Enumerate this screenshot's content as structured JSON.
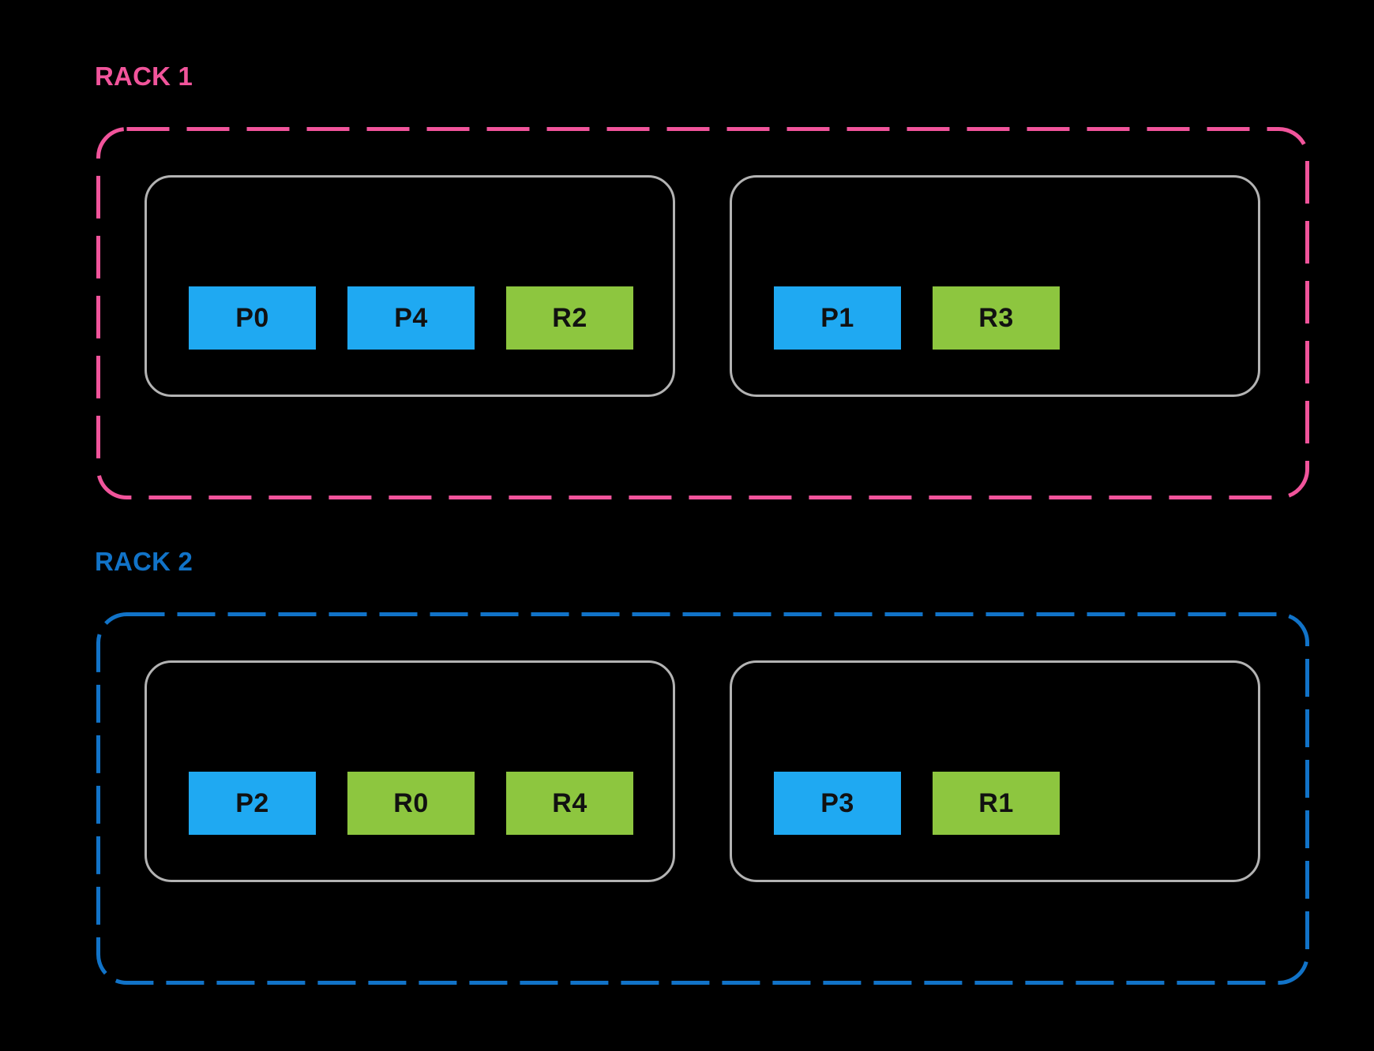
{
  "colors": {
    "background": "#000000",
    "rack1_accent": "#F1549B",
    "rack2_accent": "#1173C8",
    "process_block_fill": "#1FA9F2",
    "replica_block_fill": "#8DC63F",
    "node_border": "#B3B3B3",
    "block_text": "#111111"
  },
  "racks": [
    {
      "label": "RACK 1",
      "accent": "#F1549B",
      "nodes": [
        {
          "blocks": [
            {
              "label": "P0",
              "type": "process"
            },
            {
              "label": "P4",
              "type": "process"
            },
            {
              "label": "R2",
              "type": "replica"
            }
          ]
        },
        {
          "blocks": [
            {
              "label": "P1",
              "type": "process"
            },
            {
              "label": "R3",
              "type": "replica"
            }
          ]
        }
      ]
    },
    {
      "label": "RACK 2",
      "accent": "#1173C8",
      "nodes": [
        {
          "blocks": [
            {
              "label": "P2",
              "type": "process"
            },
            {
              "label": "R0",
              "type": "replica"
            },
            {
              "label": "R4",
              "type": "replica"
            }
          ]
        },
        {
          "blocks": [
            {
              "label": "P3",
              "type": "process"
            },
            {
              "label": "R1",
              "type": "replica"
            }
          ]
        }
      ]
    }
  ]
}
